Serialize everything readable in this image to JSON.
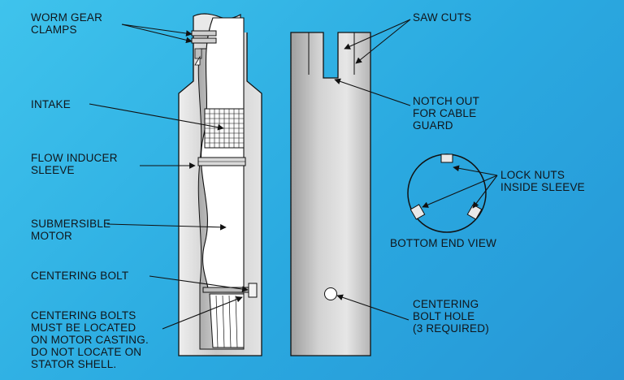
{
  "labels": {
    "worm_gear_clamps": "WORM GEAR\nCLAMPS",
    "intake": "INTAKE",
    "flow_inducer_sleeve": "FLOW INDUCER\nSLEEVE",
    "submersible_motor": "SUBMERSIBLE\nMOTOR",
    "centering_bolt": "CENTERING BOLT",
    "centering_bolts_note": "CENTERING BOLTS\nMUST BE LOCATED\nON MOTOR CASTING.\nDO NOT LOCATE ON\nSTATOR SHELL.",
    "saw_cuts": "SAW CUTS",
    "notch_out": "NOTCH OUT\nFOR CABLE\nGUARD",
    "lock_nuts": "LOCK NUTS\nINSIDE SLEEVE",
    "bottom_end_view": "BOTTOM END VIEW",
    "centering_bolt_hole": "CENTERING\nBOLT HOLE\n(3 REQUIRED)"
  },
  "colors": {
    "background": "#32b6e8",
    "outline": "#111111",
    "sleeve_fill": "#d7d7d7",
    "motor_fill": "#ffffff"
  }
}
